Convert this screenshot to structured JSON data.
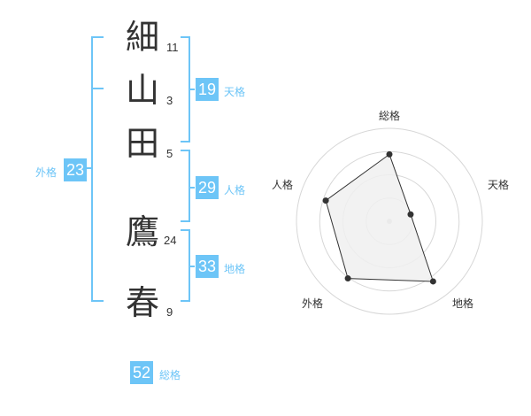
{
  "name": {
    "characters": [
      {
        "char": "細",
        "strokes": "11"
      },
      {
        "char": "山",
        "strokes": "3"
      },
      {
        "char": "田",
        "strokes": "5"
      },
      {
        "char": "鷹",
        "strokes": "24"
      },
      {
        "char": "春",
        "strokes": "9"
      }
    ]
  },
  "kakusu": {
    "tenkaku": {
      "value": "19",
      "label": "天格"
    },
    "jinkaku": {
      "value": "29",
      "label": "人格"
    },
    "chikaku": {
      "value": "33",
      "label": "地格"
    },
    "gaikaku": {
      "value": "23",
      "label": "外格"
    },
    "soukaku": {
      "value": "52",
      "label": "総格"
    }
  },
  "chart_data": {
    "type": "radar",
    "axes": [
      "総格",
      "天格",
      "地格",
      "外格",
      "人格"
    ],
    "values": [
      0.72,
      0.24,
      0.8,
      0.76,
      0.72
    ],
    "rings": 4,
    "colors": {
      "accent": "#6dc5f7",
      "fill": "#f0f0f0",
      "line": "#333333",
      "grid": "#d7d7d7"
    }
  }
}
